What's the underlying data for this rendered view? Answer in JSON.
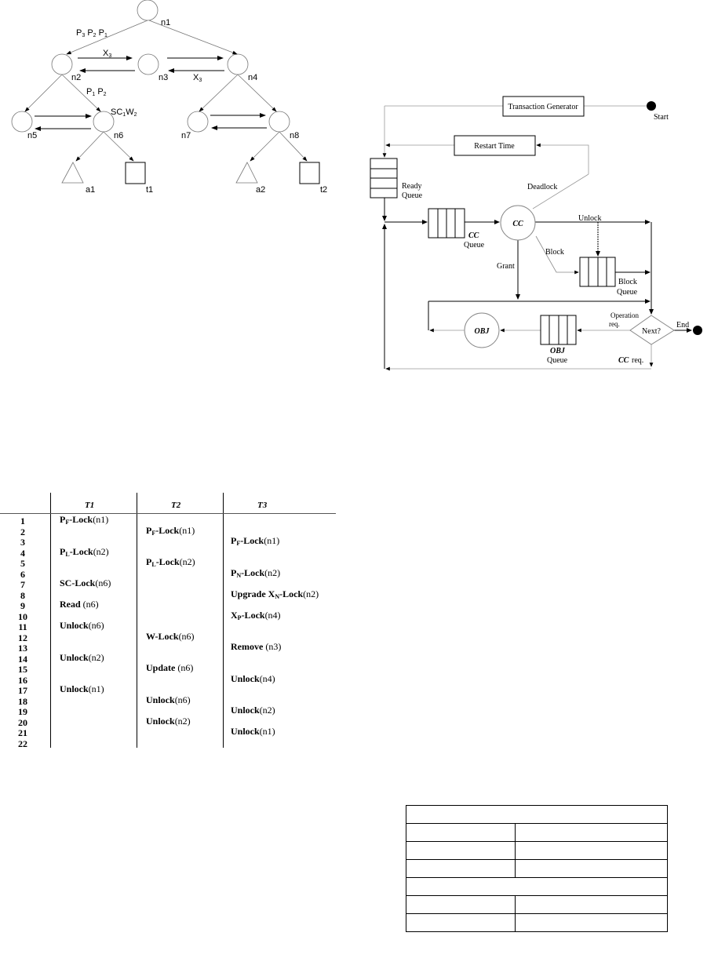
{
  "tree_figure": {
    "nodes": [
      "n1",
      "n2",
      "n3",
      "n4",
      "n5",
      "n6",
      "n7",
      "n8"
    ],
    "leaves": [
      "a1",
      "t1",
      "a2",
      "t2"
    ],
    "labels": {
      "p_list_top": [
        [
          "P",
          "3"
        ],
        [
          "P",
          "2"
        ],
        [
          "P",
          "1"
        ]
      ],
      "x3_a": [
        "X",
        "3"
      ],
      "x3_b": [
        "X",
        "3"
      ],
      "p_list_mid": [
        [
          "P",
          "1"
        ],
        [
          "P",
          "2"
        ]
      ],
      "sc_w": [
        [
          "SC",
          "1"
        ],
        [
          "W",
          "2"
        ]
      ]
    }
  },
  "flow_figure": {
    "transaction_generator": "Transaction Generator",
    "start": "Start",
    "restart_time": "Restart Time",
    "ready_queue": [
      "Ready",
      "Queue"
    ],
    "deadlock": "Deadlock",
    "cc": "CC",
    "cc_queue": [
      "CC",
      "Queue"
    ],
    "unlock": "Unlock",
    "block": "Block",
    "block_queue": [
      "Block",
      "Queue"
    ],
    "grant": "Grant",
    "operation_req": [
      "Operation",
      "req."
    ],
    "next": "Next?",
    "end": "End",
    "obj": "OBJ",
    "obj_queue": [
      "OBJ",
      "Queue"
    ],
    "cc_req": [
      "CC",
      "req."
    ]
  },
  "lock_table": {
    "headers": [
      "T1",
      "T2",
      "T3"
    ],
    "rows": [
      "1",
      "2",
      "3",
      "4",
      "5",
      "6",
      "7",
      "8",
      "9",
      "10",
      "11",
      "12",
      "13",
      "14",
      "15",
      "16",
      "17",
      "18",
      "19",
      "20",
      "21",
      "22"
    ],
    "entries": [
      {
        "row": 1,
        "col": 0,
        "pre": "P",
        "sub": "F",
        "post": "-Lock",
        "arg": "(n1)"
      },
      {
        "row": 2,
        "col": 1,
        "pre": "P",
        "sub": "F",
        "post": "-Lock",
        "arg": "(n1)"
      },
      {
        "row": 3,
        "col": 2,
        "pre": "P",
        "sub": "F",
        "post": "-Lock",
        "arg": "(n1)"
      },
      {
        "row": 4,
        "col": 0,
        "pre": "P",
        "sub": "L",
        "post": "-Lock",
        "arg": "(n2)"
      },
      {
        "row": 5,
        "col": 1,
        "pre": "P",
        "sub": "L",
        "post": "-Lock",
        "arg": "(n2)"
      },
      {
        "row": 6,
        "col": 2,
        "pre": "P",
        "sub": "N",
        "post": "-Lock",
        "arg": "(n2)"
      },
      {
        "row": 7,
        "col": 0,
        "pre": "SC-Lock",
        "sub": "",
        "post": "",
        "arg": "(n6)"
      },
      {
        "row": 8,
        "col": 2,
        "pre": "Upgrade X",
        "sub": "N",
        "post": "-Lock",
        "arg": "(n2)"
      },
      {
        "row": 9,
        "col": 0,
        "pre": "Read",
        "sub": "",
        "post": "",
        "arg": " (n6)"
      },
      {
        "row": 10,
        "col": 2,
        "pre": "X",
        "sub": "P",
        "post": "-Lock",
        "arg": "(n4)"
      },
      {
        "row": 11,
        "col": 0,
        "pre": "Unlock",
        "sub": "",
        "post": "",
        "arg": "(n6)"
      },
      {
        "row": 12,
        "col": 1,
        "pre": "W-Lock",
        "sub": "",
        "post": "",
        "arg": "(n6)"
      },
      {
        "row": 13,
        "col": 2,
        "pre": "Remove",
        "sub": "",
        "post": "",
        "arg": " (n3)"
      },
      {
        "row": 14,
        "col": 0,
        "pre": "Unlock",
        "sub": "",
        "post": "",
        "arg": "(n2)"
      },
      {
        "row": 15,
        "col": 1,
        "pre": "Update",
        "sub": "",
        "post": "",
        "arg": " (n6)"
      },
      {
        "row": 16,
        "col": 2,
        "pre": "Unlock",
        "sub": "",
        "post": "",
        "arg": "(n4)"
      },
      {
        "row": 17,
        "col": 0,
        "pre": "Unlock",
        "sub": "",
        "post": "",
        "arg": "(n1)"
      },
      {
        "row": 18,
        "col": 1,
        "pre": "Unlock",
        "sub": "",
        "post": "",
        "arg": "(n6)"
      },
      {
        "row": 19,
        "col": 2,
        "pre": "Unlock",
        "sub": "",
        "post": "",
        "arg": "(n2)"
      },
      {
        "row": 20,
        "col": 1,
        "pre": "Unlock",
        "sub": "",
        "post": "",
        "arg": "(n2)"
      },
      {
        "row": 21,
        "col": 2,
        "pre": "Unlock",
        "sub": "",
        "post": "",
        "arg": "(n1)"
      }
    ]
  }
}
